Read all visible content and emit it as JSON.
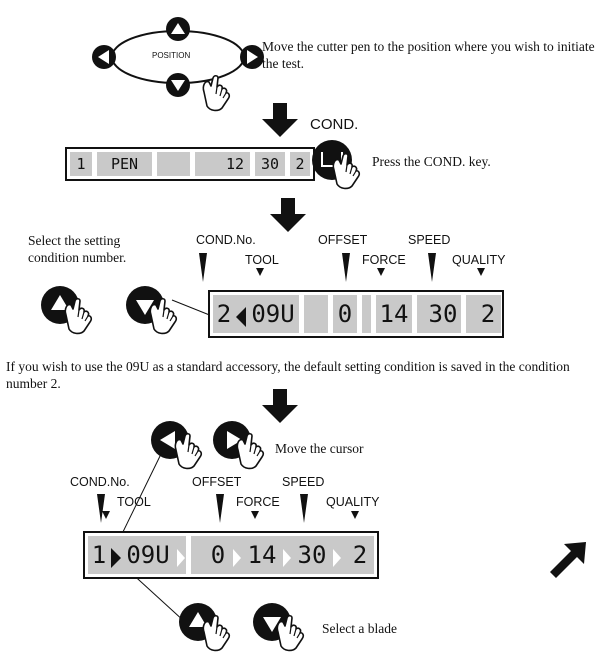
{
  "position_pad": {
    "label": "POSITION"
  },
  "step1": {
    "text": "Move the cutter pen to the position where you wish to initiate the test."
  },
  "cond_key": {
    "label": "COND."
  },
  "lcd1": {
    "c1": "1",
    "c2": "PEN",
    "c3": "12",
    "c4": "30",
    "c5": "2"
  },
  "step2": {
    "text": "Press the COND. key."
  },
  "step3": {
    "text": "Select the setting condition number."
  },
  "labels_a": {
    "cond_no": "COND.No.",
    "tool": "TOOL",
    "offset": "OFFSET",
    "force": "FORCE",
    "speed": "SPEED",
    "quality": "QUALITY"
  },
  "lcd2": {
    "c1": "2",
    "c2": "09U",
    "c3": "0",
    "c4": "14",
    "c5": "30",
    "c6": "2"
  },
  "note": {
    "text": "If you wish to use the 09U as a standard accessory, the default setting condition is saved in the condition number 2."
  },
  "step4": {
    "text": "Move the cursor"
  },
  "labels_b": {
    "cond_no": "COND.No.",
    "tool": "TOOL",
    "offset": "OFFSET",
    "force": "FORCE",
    "speed": "SPEED",
    "quality": "QUALITY"
  },
  "lcd3": {
    "c1": "1",
    "c2": "09U",
    "c3": "0",
    "c4": "14",
    "c5": "30",
    "c6": "2"
  },
  "step5": {
    "text": "Select a blade"
  },
  "colors": {
    "ink": "#111111",
    "lcd_bg": "#c9c9c9"
  }
}
